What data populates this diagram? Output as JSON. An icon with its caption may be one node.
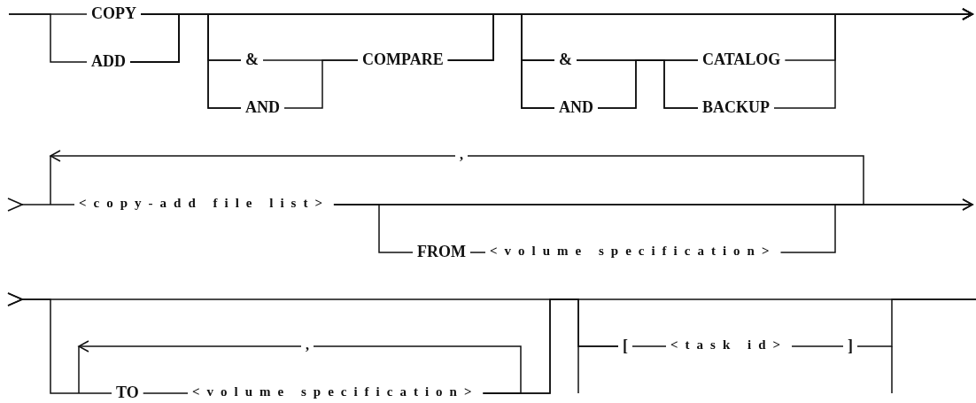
{
  "diagram": {
    "nodes": [
      {
        "text": [
          "COPY"
        ]
      },
      {
        "text": [
          "ADD"
        ]
      },
      {
        "text": [
          "&"
        ]
      },
      {
        "text": [
          "AND"
        ]
      },
      {
        "text": [
          "COMPARE"
        ]
      },
      {
        "text": [
          "&"
        ]
      },
      {
        "text": [
          "AND"
        ]
      },
      {
        "text": [
          "CATALOG"
        ]
      },
      {
        "text": [
          "BACKUP"
        ]
      },
      {
        "text": [
          "<copy-add file list>"
        ]
      },
      {
        "text": [
          ","
        ]
      },
      {
        "text": [
          "FROM"
        ]
      },
      {
        "text": [
          "<volume specification>"
        ]
      },
      {
        "text": [
          "TO"
        ]
      },
      {
        "text": [
          "<volume specification>"
        ]
      },
      {
        "text": [
          ","
        ]
      },
      {
        "text": [
          "["
        ]
      },
      {
        "text": [
          "<task id>"
        ]
      },
      {
        "text": [
          "]"
        ]
      }
    ],
    "edges": [
      {
        "from": null,
        "to": 0,
        "arrow": "none"
      },
      {
        "from": null,
        "to": 1,
        "arrow": "none"
      },
      {
        "from": 0,
        "to": 2,
        "arrow": "none"
      },
      {
        "from": 0,
        "to": 3,
        "arrow": "none"
      },
      {
        "from": 0,
        "to": 5,
        "arrow": "none"
      },
      {
        "from": 0,
        "to": 6,
        "arrow": "none"
      },
      {
        "from": 0,
        "to": null,
        "arrow": "to"
      },
      {
        "from": 1,
        "to": 2,
        "arrow": "none"
      },
      {
        "from": 1,
        "to": 3,
        "arrow": "none"
      },
      {
        "from": 1,
        "to": 5,
        "arrow": "none"
      },
      {
        "from": 1,
        "to": 6,
        "arrow": "none"
      },
      {
        "from": 1,
        "to": null,
        "arrow": "to"
      },
      {
        "from": 2,
        "to": 4,
        "arrow": "none"
      },
      {
        "from": 3,
        "to": 4,
        "arrow": "none"
      },
      {
        "from": 4,
        "to": 5,
        "arrow": "none"
      },
      {
        "from": 4,
        "to": 6,
        "arrow": "none"
      },
      {
        "from": 4,
        "to": null,
        "arrow": "to"
      },
      {
        "from": 5,
        "to": 7,
        "arrow": "none"
      },
      {
        "from": 5,
        "to": 8,
        "arrow": "none"
      },
      {
        "from": 6,
        "to": 7,
        "arrow": "none"
      },
      {
        "from": 6,
        "to": 8,
        "arrow": "none"
      },
      {
        "from": 7,
        "to": null,
        "arrow": "to"
      },
      {
        "from": 8,
        "to": null,
        "arrow": "to"
      },
      {
        "from": 9,
        "to": null,
        "arrow": "to"
      },
      {
        "from": 9,
        "to": 10,
        "arrow": "none"
      },
      {
        "from": 10,
        "to": null,
        "arrow": "to"
      },
      {
        "from": 9,
        "to": 11,
        "arrow": "none"
      },
      {
        "from": 9,
        "to": null,
        "arrow": "to"
      },
      {
        "from": 11,
        "to": 12,
        "arrow": "none"
      },
      {
        "from": 12,
        "to": null,
        "arrow": "to"
      },
      {
        "from": 13,
        "to": null,
        "arrow": "to"
      },
      {
        "from": 13,
        "to": 14,
        "arrow": "none"
      },
      {
        "from": 14,
        "to": 15,
        "arrow": "none"
      },
      {
        "from": 15,
        "to": null,
        "arrow": "to"
      },
      {
        "from": 14,
        "to": 16,
        "arrow": "none"
      },
      {
        "from": 14,
        "to": null,
        "arrow": "none"
      },
      {
        "from": 16,
        "to": null,
        "arrow": "to"
      },
      {
        "from": 16,
        "to": 17,
        "arrow": "none"
      },
      {
        "from": 17,
        "to": 18,
        "arrow": "none"
      },
      {
        "from": 18,
        "to": null,
        "arrow": "none"
      }
    ]
  }
}
